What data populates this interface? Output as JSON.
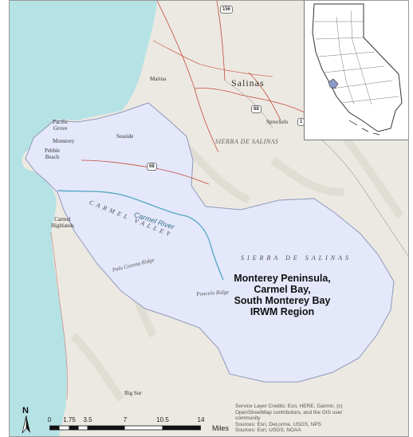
{
  "map": {
    "highway_shields": [
      "156",
      "68",
      "68",
      "1"
    ],
    "colors": {
      "ocean": "#b5e2e5",
      "land": "#ece9e2",
      "region_fill": "#e4e8fa",
      "region_outline": "#8f99bd",
      "river": "#5aa9c6",
      "roads": "#c44a3a"
    }
  },
  "places": {
    "marina": "Marina",
    "salinas": "Salinas",
    "spreckels": "Spreckels",
    "pacific_grove": "Pacific\nGrove",
    "monterey": "Monterey",
    "seaside": "Seaside",
    "pebble_beach": "Pebble\nBeach",
    "carmel_highlands": "Carmel\nHighlands",
    "big_sur": "Big Sur"
  },
  "features": {
    "sierra_de_salinas_north": "SIERRA DE SALINAS",
    "carmel_valley": "CARMEL VALLEY",
    "carmel_river": "Carmel River",
    "sierra_de_salinas_south": "SIERRA DE SALINAS",
    "palo_corona_ridge": "Palo Corona Ridge",
    "poncelo_ridge": "Poncelo Ridge"
  },
  "region_label": [
    "Monterey Peninsula,",
    "Carmel Bay,",
    "South Monterey Bay",
    "IRWM Region"
  ],
  "credits": [
    "Service Layer Credits: Esri, HERE, Garmin, (c)",
    "OpenStreetMap contributors, and the GIS user",
    "community",
    "Sources: Esri, DeLorme, USGS, NPS",
    "Sources: Esri, USGS, NOAA"
  ],
  "scale_bar": {
    "ticks": [
      "0",
      "1.75",
      "3.5",
      "7",
      "10.5",
      "14"
    ],
    "units": "Miles"
  },
  "north_arrow": "N"
}
